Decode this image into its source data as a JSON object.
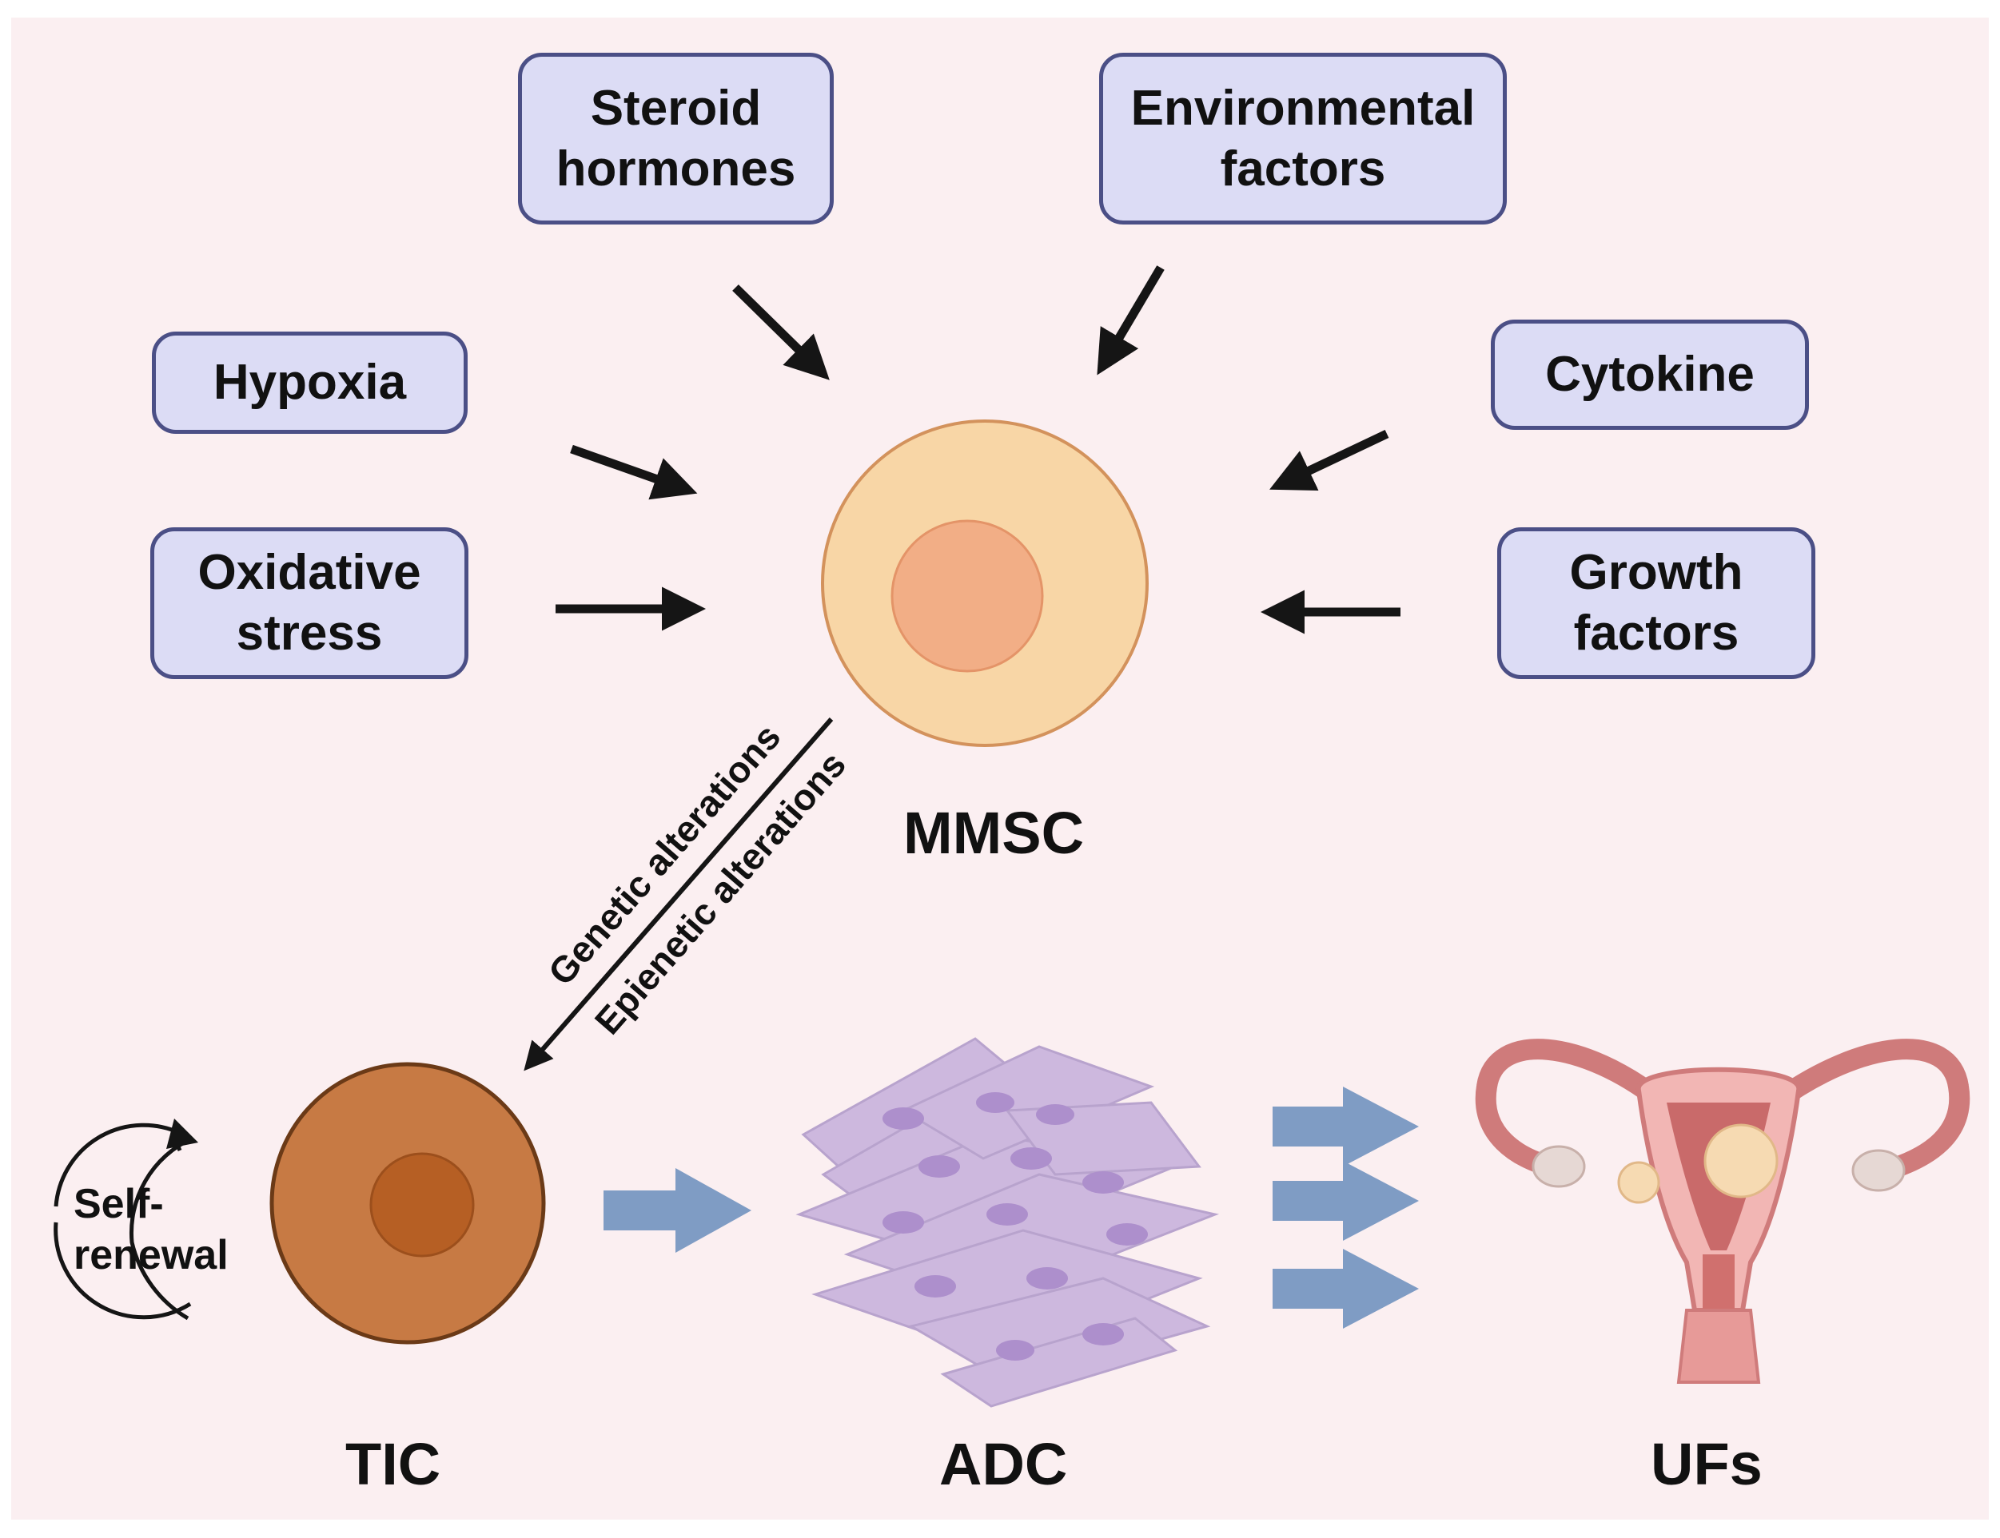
{
  "factors": {
    "steroid": "Steroid\nhormones",
    "environmental": "Environmental\nfactors",
    "hypoxia": "Hypoxia",
    "cytokine": "Cytokine",
    "oxidative": "Oxidative\nstress",
    "growth": "Growth\nfactors"
  },
  "cells": {
    "mmsc": "MMSC",
    "tic": "TIC",
    "adc": "ADC",
    "ufs": "UFs"
  },
  "alterations": {
    "genetic": "Genetic alterations",
    "epigenetic": "Epienetic alterations"
  },
  "self_renewal": "Self-\nrenewal",
  "colors": {
    "background": "#fbeff1",
    "box_fill": "#dcdcf5",
    "box_border": "#4b4f86",
    "mmsc_fill": "#f8d6a6",
    "mmsc_nucleus": "#f2ae86",
    "tic_fill": "#c77a44",
    "tic_nucleus": "#b65f24",
    "adc_fill": "#cbb6de",
    "block_arrow": "#7f9cc4",
    "arrow": "#151515"
  }
}
